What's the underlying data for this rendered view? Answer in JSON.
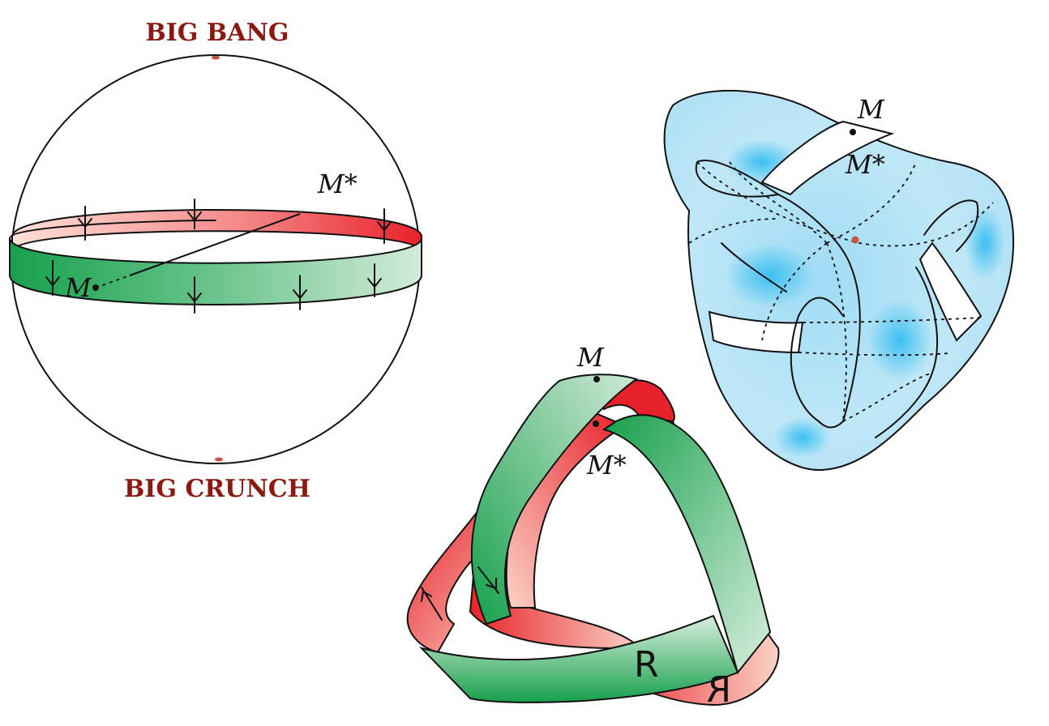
{
  "sphere": {
    "top_label": "BIG BANG",
    "bottom_label": "BIG CRUNCH",
    "point_m": "M",
    "point_m_star": "M*"
  },
  "trefoil": {
    "point_m": "M",
    "point_m_star": "M*",
    "letter_front": "R",
    "letter_mirrored": "R"
  },
  "surface": {
    "point_m": "M",
    "point_m_star": "M*"
  },
  "colors": {
    "label_dark_red": "#8b1a12",
    "band_red": "#e8222a",
    "band_pink": "#fbd2c6",
    "band_green": "#17a04c",
    "band_light_green": "#cfe9d6",
    "surface_blue": "#b8e4f6",
    "surface_blue_deep": "#34bff0",
    "pole_dot": "#c8553d"
  }
}
